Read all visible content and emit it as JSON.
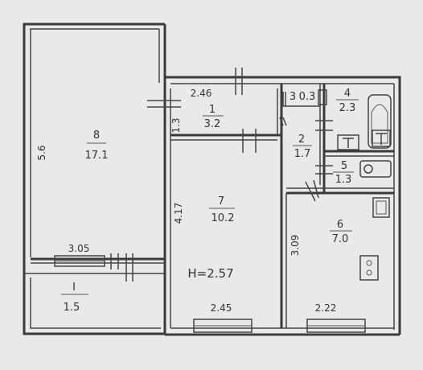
{
  "rooms": [
    {
      "id": "room-8",
      "number": "8",
      "area": "17.1"
    },
    {
      "id": "room-1",
      "number": "1",
      "area": "3.2"
    },
    {
      "id": "room-3",
      "number": "3",
      "area": "0.3"
    },
    {
      "id": "room-4",
      "number": "4",
      "area": "2.3"
    },
    {
      "id": "room-2",
      "number": "2",
      "area": "1.7"
    },
    {
      "id": "room-5",
      "number": "5",
      "area": "1.3"
    },
    {
      "id": "room-7",
      "number": "7",
      "area": "10.2"
    },
    {
      "id": "room-6",
      "number": "6",
      "area": "7.0"
    },
    {
      "id": "room-I",
      "number": "I",
      "area": "1.5"
    }
  ],
  "dimensions": {
    "d_5_6": "5.6",
    "d_2_46": "2.46",
    "d_1_3": "1.3",
    "d_4_17": "4.17",
    "d_3_05": "3.05",
    "d_3_09": "3.09",
    "d_2_45": "2.45",
    "d_2_22": "2.22"
  },
  "ceiling_height": "H=2.57"
}
